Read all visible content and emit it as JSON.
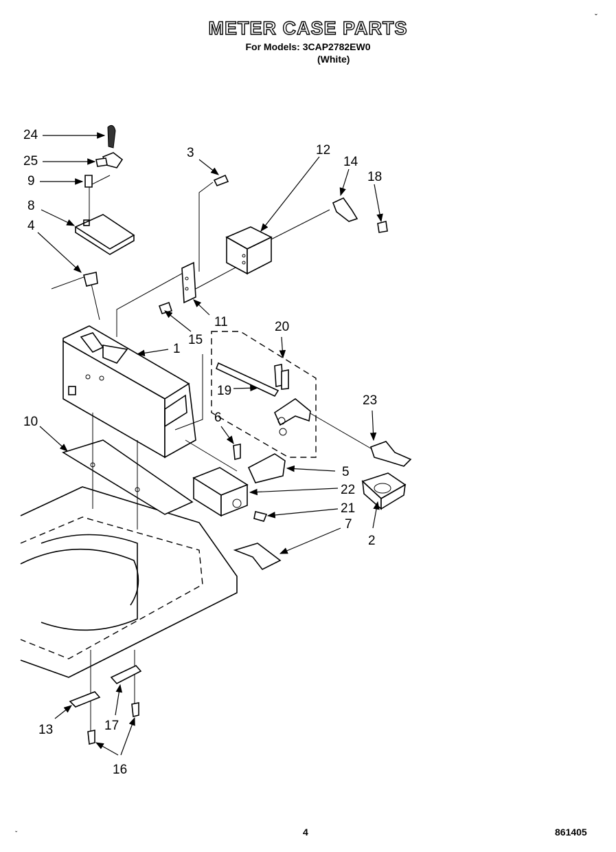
{
  "header": {
    "title": "METER CASE PARTS",
    "models": "For Models: 3CAP2782EW0",
    "color": "(White)"
  },
  "footer": {
    "page_number": "4",
    "doc_code": "861405"
  },
  "marks": {
    "top_right": "ˇ",
    "bottom_left": "ˇ"
  },
  "callouts": [
    "1",
    "2",
    "3",
    "4",
    "5",
    "6",
    "7",
    "8",
    "9",
    "10",
    "11",
    "12",
    "13",
    "14",
    "15",
    "16",
    "17",
    "18",
    "19",
    "20",
    "21",
    "22",
    "23",
    "24",
    "25"
  ]
}
